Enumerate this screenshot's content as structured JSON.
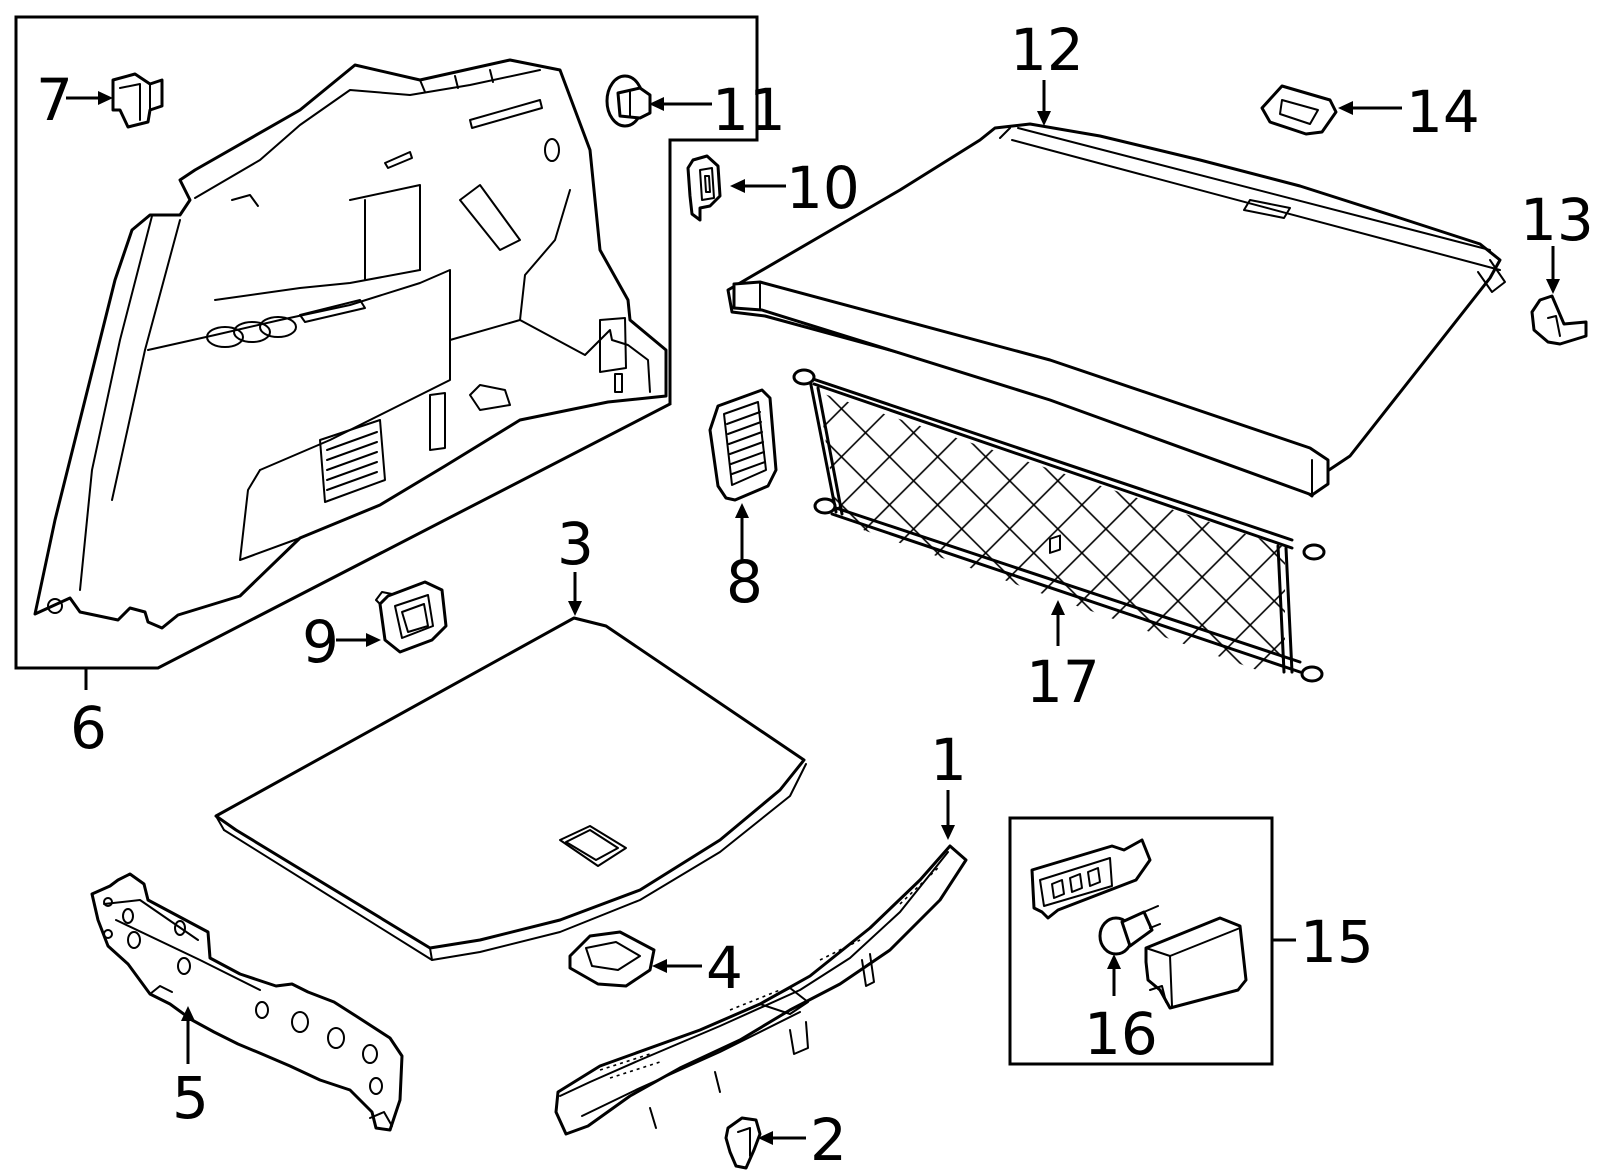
{
  "callouts": [
    {
      "id": "1",
      "label": "1"
    },
    {
      "id": "2",
      "label": "2"
    },
    {
      "id": "3",
      "label": "3"
    },
    {
      "id": "4",
      "label": "4"
    },
    {
      "id": "5",
      "label": "5"
    },
    {
      "id": "6",
      "label": "6"
    },
    {
      "id": "7",
      "label": "7"
    },
    {
      "id": "8",
      "label": "8"
    },
    {
      "id": "9",
      "label": "9"
    },
    {
      "id": "10",
      "label": "10"
    },
    {
      "id": "11",
      "label": "11"
    },
    {
      "id": "12",
      "label": "12"
    },
    {
      "id": "13",
      "label": "13"
    },
    {
      "id": "14",
      "label": "14"
    },
    {
      "id": "15",
      "label": "15"
    },
    {
      "id": "16",
      "label": "16"
    },
    {
      "id": "17",
      "label": "17"
    }
  ],
  "colors": {
    "line": "#000000",
    "background": "#ffffff",
    "panel_fill": "#fafafa"
  }
}
